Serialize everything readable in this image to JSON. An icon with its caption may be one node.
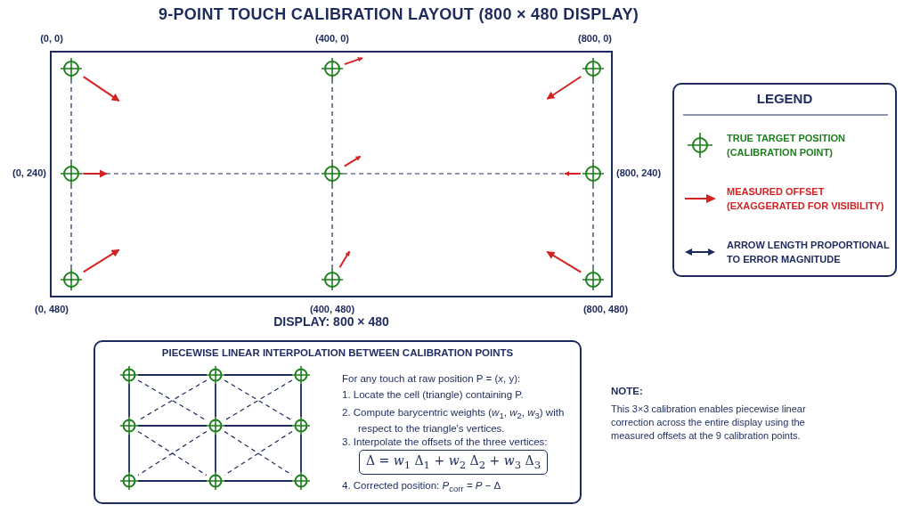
{
  "diagram": {
    "title": "9-POINT TOUCH CALIBRATION LAYOUT (800 × 480 DISPLAY)",
    "nodes": [
      {
        "text": [
          "DISPLAY: 800 × 480"
        ]
      },
      {
        "text": [],
        "shape": "circle",
        "in": 0,
        "beside": [
          "(0, 0)"
        ]
      },
      {
        "text": [],
        "shape": "circle",
        "in": 0,
        "beside": [
          "(400, 0)"
        ]
      },
      {
        "text": [],
        "shape": "circle",
        "in": 0,
        "beside": [
          "(800, 0)"
        ]
      },
      {
        "text": [],
        "shape": "circle",
        "in": 0,
        "beside": [
          "(0, 240)"
        ]
      },
      {
        "text": [],
        "shape": "circle",
        "in": 0
      },
      {
        "text": [],
        "shape": "circle",
        "in": 0,
        "beside": [
          "(800, 240)"
        ]
      },
      {
        "text": [],
        "shape": "circle",
        "in": 0,
        "beside": [
          "(0, 480)"
        ]
      },
      {
        "text": [],
        "shape": "circle",
        "in": 0,
        "beside": [
          "(400, 480)"
        ]
      },
      {
        "text": [],
        "shape": "circle",
        "in": 0,
        "beside": [
          "(800, 480)"
        ]
      },
      {
        "text": [
          "PIECEWISE LINEAR INTERPOLATION BETWEEN CALIBRATION POINTS"
        ]
      },
      {
        "text": [],
        "shape": "circle",
        "in": 10
      },
      {
        "text": [],
        "shape": "circle",
        "in": 10
      },
      {
        "text": [],
        "shape": "circle",
        "in": 10
      },
      {
        "text": [],
        "shape": "circle",
        "in": 10
      },
      {
        "text": [],
        "shape": "circle",
        "in": 10
      },
      {
        "text": [],
        "shape": "circle",
        "in": 10
      },
      {
        "text": [],
        "shape": "circle",
        "in": 10
      },
      {
        "text": [],
        "shape": "circle",
        "in": 10
      },
      {
        "text": [],
        "shape": "circle",
        "in": 10
      },
      {
        "text": [
          "Δ = *w*$_{1}$ Δ$_{1}$ + *w*$_{2}$ Δ$_{2}$ + *w*$_{3}$ Δ$_{3}$"
        ],
        "in": 10
      }
    ],
    "edges": [
      {
        "from": 1,
        "to": 4,
        "arrow": "none",
        "style": "dashed"
      },
      {
        "from": 4,
        "to": 7,
        "arrow": "none",
        "style": "dashed"
      },
      {
        "from": 2,
        "to": 5,
        "arrow": "none",
        "style": "dashed"
      },
      {
        "from": 5,
        "to": 8,
        "arrow": "none",
        "style": "dashed"
      },
      {
        "from": 3,
        "to": 6,
        "arrow": "none",
        "style": "dashed"
      },
      {
        "from": 6,
        "to": 9,
        "arrow": "none",
        "style": "dashed"
      },
      {
        "from": 4,
        "to": 5,
        "arrow": "none",
        "style": "dashed"
      },
      {
        "from": 5,
        "to": 6,
        "arrow": "none",
        "style": "dashed"
      },
      {
        "from": 1,
        "to": null,
        "arrow": "to",
        "color": "#d42222"
      },
      {
        "from": 2,
        "to": null,
        "arrow": "to",
        "color": "#d42222"
      },
      {
        "from": 3,
        "to": null,
        "arrow": "to",
        "color": "#d42222"
      },
      {
        "from": 4,
        "to": null,
        "arrow": "to",
        "color": "#d42222"
      },
      {
        "from": 5,
        "to": null,
        "arrow": "to",
        "color": "#d42222"
      },
      {
        "from": 6,
        "to": null,
        "arrow": "to",
        "color": "#d42222"
      },
      {
        "from": 7,
        "to": null,
        "arrow": "to",
        "color": "#d42222"
      },
      {
        "from": 8,
        "to": null,
        "arrow": "to",
        "color": "#d42222"
      },
      {
        "from": 9,
        "to": null,
        "arrow": "to",
        "color": "#d42222"
      },
      {
        "from": 11,
        "to": 12,
        "arrow": "none"
      },
      {
        "from": 12,
        "to": 13,
        "arrow": "none"
      },
      {
        "from": 14,
        "to": 15,
        "arrow": "none"
      },
      {
        "from": 15,
        "to": 16,
        "arrow": "none"
      },
      {
        "from": 17,
        "to": 18,
        "arrow": "none"
      },
      {
        "from": 18,
        "to": 19,
        "arrow": "none"
      },
      {
        "from": 11,
        "to": 14,
        "arrow": "none"
      },
      {
        "from": 14,
        "to": 17,
        "arrow": "none"
      },
      {
        "from": 12,
        "to": 15,
        "arrow": "none"
      },
      {
        "from": 15,
        "to": 18,
        "arrow": "none"
      },
      {
        "from": 13,
        "to": 16,
        "arrow": "none"
      },
      {
        "from": 16,
        "to": 19,
        "arrow": "none"
      },
      {
        "from": 11,
        "to": 15,
        "arrow": "none",
        "style": "dashed"
      },
      {
        "from": 12,
        "to": 14,
        "arrow": "none",
        "style": "dashed"
      },
      {
        "from": 12,
        "to": 16,
        "arrow": "none",
        "style": "dashed"
      },
      {
        "from": 13,
        "to": 15,
        "arrow": "none",
        "style": "dashed"
      },
      {
        "from": 14,
        "to": 18,
        "arrow": "none",
        "style": "dashed"
      },
      {
        "from": 15,
        "to": 17,
        "arrow": "none",
        "style": "dashed"
      },
      {
        "from": 15,
        "to": 19,
        "arrow": "none",
        "style": "dashed"
      },
      {
        "from": 16,
        "to": 18,
        "arrow": "none",
        "style": "dashed"
      }
    ],
    "labels": [
      "LEGEND",
      "For any touch at raw position P = (*x*, y):",
      "1.  Locate the cell (triangle) containing P.",
      "2.  Compute barycentric weights (*w*$_{1}$, *w*$_{2}$, *w*$_{3}$) with respect to the triangle's vertices.",
      "3.  Interpolate the offsets of the three vertices:",
      "4.  Corrected position:  *P*$_{corr}$ = *P* − Δ",
      "NOTE:",
      "This 3×3 calibration enables piecewise linear correction across the entire display using the measured offsets at the 9 calibration points."
    ],
    "legend": [
      {
        "text": "TRUE TARGET POSITION (CALIBRATION POINT)"
      },
      {
        "text": "MEASURED OFFSET (EXAGGERATED FOR VISIBILITY)"
      },
      {
        "text": "ARROW LENGTH PROPORTIONAL TO ERROR MAGNITUDE"
      }
    ]
  }
}
